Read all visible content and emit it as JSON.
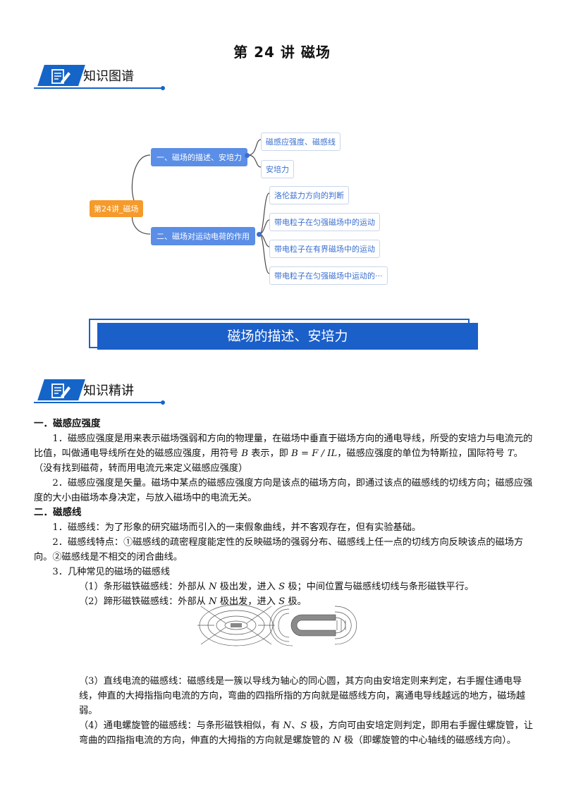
{
  "page": {
    "title": "第 24 讲  磁场"
  },
  "sections": {
    "map_label": "知识图谱",
    "lecture_label": "知识精讲"
  },
  "mindmap": {
    "root": "第24讲_磁场",
    "branch1": "一、磁场的描述、安培力",
    "branch1_children": [
      "磁感应强度、磁感线",
      "安培力"
    ],
    "branch2": "二、磁场对运动电荷的作用",
    "branch2_children": [
      "洛伦兹力方向的判断",
      "带电粒子在匀强磁场中的运动",
      "带电粒子在有界磁场中的运动",
      "带电粒子在匀强磁场中运动的···"
    ]
  },
  "banner": {
    "text": "磁场的描述、安培力"
  },
  "content": {
    "h_b": "一．磁感应强度",
    "b1_a": "1．磁感应强度是用来表示磁场强弱和方向的物理量，在磁场中垂直于磁场方向的通电导线，所受的安培力与电流元的比值，叫做通电导线所在处的磁感应强度，用符号 ",
    "b1_sym": "B",
    "b1_b": " 表示，即 ",
    "b1_formula": "B = F / IL",
    "b1_c": "，磁感应强度的单位为特斯拉，国际符号 ",
    "b1_t": "T",
    "b1_d": "。（没有找到磁荷，转而用电流元来定义磁感应强度）",
    "b2": "2．磁感应强度是矢量。磁场中某点的磁感应强度方向是该点的磁场方向，即通过该点的磁感线的切线方向；磁感应强度的大小由磁场本身决定，与放入磁场中的电流无关。",
    "h_line": "二．磁感线",
    "l1": "1．磁感线：为了形象的研究磁场而引入的一束假象曲线，并不客观存在，但有实验基础。",
    "l2": "2．磁感线特点：①磁感线的疏密程度能定性的反映磁场的强弱分布、磁感线上任一点的切线方向反映该点的磁场方向。②磁感线是不相交的闭合曲线。",
    "l3": "3．几种常见的磁场的磁感线",
    "l3_1_a": "（1）条形磁铁磁感线：外部从 ",
    "l3_1_n": "N",
    "l3_1_b": " 极出发，进入 ",
    "l3_1_s": "S",
    "l3_1_c": " 极；中间位置与磁感线切线与条形磁铁平行。",
    "l3_2_a": "（2）蹄形磁铁磁感线：外部从 ",
    "l3_2_n": "N",
    "l3_2_b": " 极出发，进入 ",
    "l3_2_s": "S",
    "l3_2_c": " 极。",
    "l3_3": "（3）直线电流的磁感线：磁感线是一簇以导线为轴心的同心圆，其方向由安培定则来判定，右手握住通电导线，伸直的大拇指指向电流的方向，弯曲的四指所指的方向就是磁感线方向，离通电导线越远的地方，磁场越弱。",
    "l3_4_a": "（4）通电螺旋管的磁感线：与条形磁铁相似，有 ",
    "l3_4_n": "N",
    "l3_4_sep": "、",
    "l3_4_s": "S",
    "l3_4_b": " 极，方向可由安培定则判定，即用右手握住螺旋管，让弯曲的四指指电流的方向，伸直的大拇指的方向就是螺旋管的 ",
    "l3_4_n2": "N",
    "l3_4_c": " 极（即螺旋管的中心轴线的磁感线方向）。"
  }
}
